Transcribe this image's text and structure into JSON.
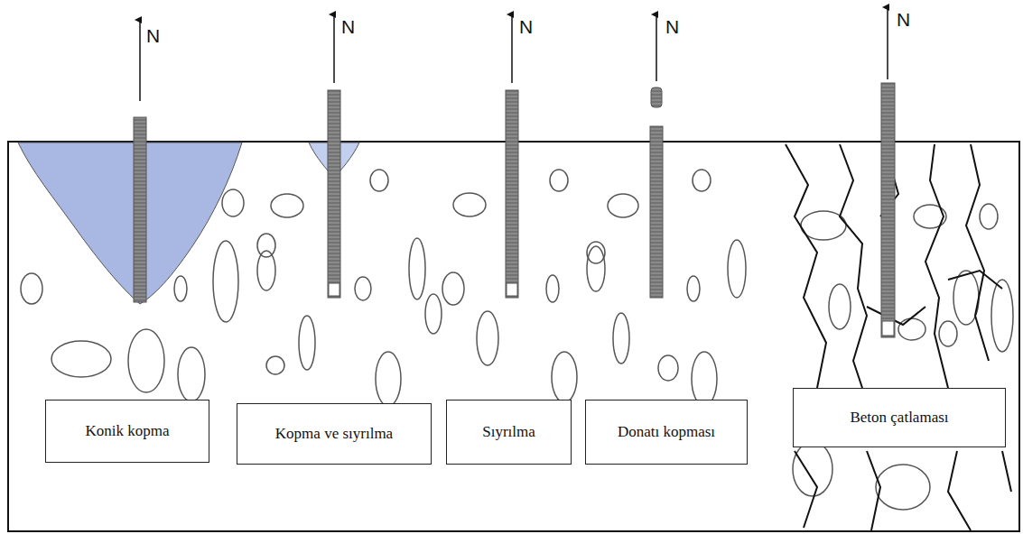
{
  "diagram": {
    "nodes": [
      {
        "text": [
          "Konik kopma"
        ]
      },
      {
        "text": [
          "Kopma ve sıyrılma"
        ]
      },
      {
        "text": [
          "Sıyrılma"
        ]
      },
      {
        "text": [
          "Donatı kopması"
        ]
      },
      {
        "text": [
          "Beton çatlaması"
        ]
      }
    ],
    "labels": [
      "N",
      "N",
      "N",
      "N",
      "N"
    ]
  }
}
